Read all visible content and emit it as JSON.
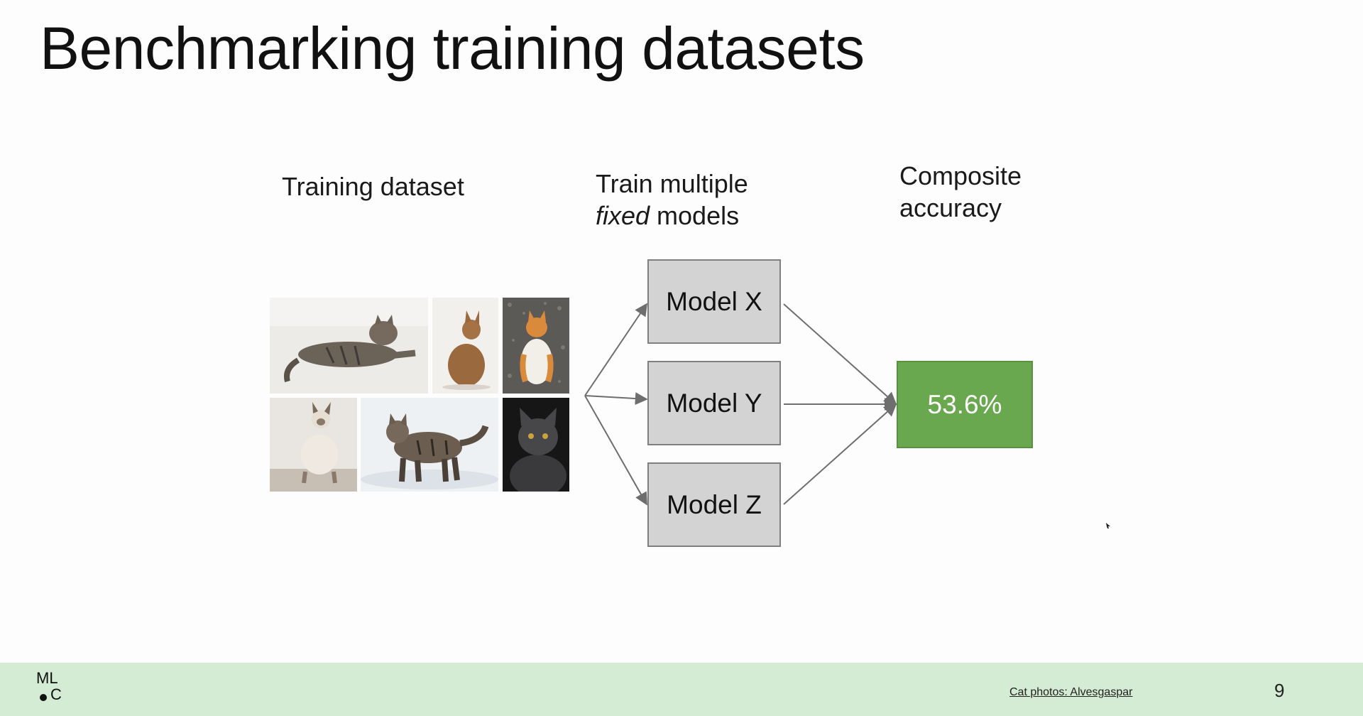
{
  "slide": {
    "title": "Benchmarking training datasets",
    "page_number": "9"
  },
  "diagram": {
    "dataset_label": "Training dataset",
    "train_label_line1": "Train multiple",
    "train_label_italic": "fixed",
    "train_label_rest": " models",
    "composite_label_line1": "Composite",
    "composite_label_line2": "accuracy",
    "models": [
      "Model X",
      "Model Y",
      "Model Z"
    ],
    "composite_accuracy": "53.6%",
    "photos": [
      "tabby-cat-lying",
      "abyssinian-cat-sitting",
      "orange-white-cat-sitting",
      "siamese-cat-sitting",
      "tabby-cat-in-snow",
      "grey-cat-portrait"
    ],
    "colors": {
      "model_box_fill": "#d3d3d3",
      "result_box_fill": "#6aa84f",
      "arrow": "#6e6e6e",
      "footer_bg": "#d4ebd4"
    }
  },
  "footer": {
    "logo_line1": "ML",
    "logo_line2": "C",
    "credit": "Cat photos: Alvesgaspar"
  }
}
